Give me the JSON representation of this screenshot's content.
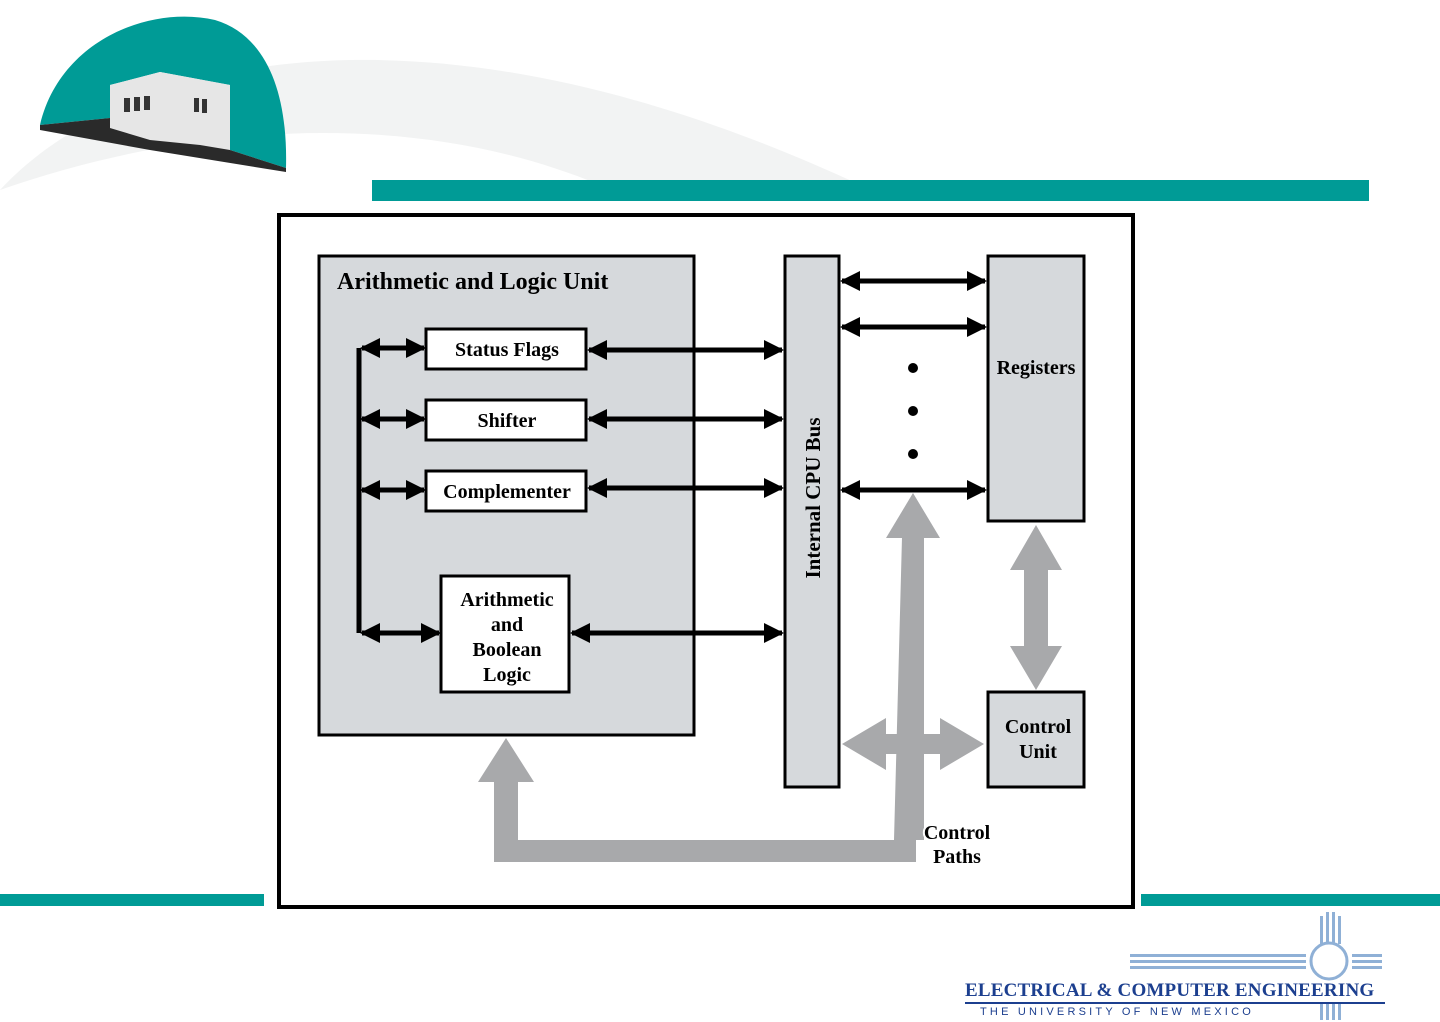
{
  "colors": {
    "accent": "#009b96",
    "panel": "#d6d9dc",
    "control_path": "#a8a9ab",
    "ink": "#000000"
  },
  "diagram": {
    "alu_title": "Arithmetic and Logic Unit",
    "components": {
      "status_flags": "Status Flags",
      "shifter": "Shifter",
      "complementer": "Complementer",
      "arith_logic": [
        "Arithmetic",
        "and",
        "Boolean",
        "Logic"
      ]
    },
    "bus_label": "Internal CPU Bus",
    "registers": "Registers",
    "control_unit": [
      "Control",
      "Unit"
    ],
    "control_paths": [
      "Control",
      "Paths"
    ]
  },
  "footer": {
    "dept_name": "ELECTRICAL & COMPUTER ENGINEERING",
    "university": "THE UNIVERSITY OF NEW MEXICO"
  },
  "icons": {
    "logo": "building-arch-logo",
    "emblem": "zia-sun-emblem"
  }
}
